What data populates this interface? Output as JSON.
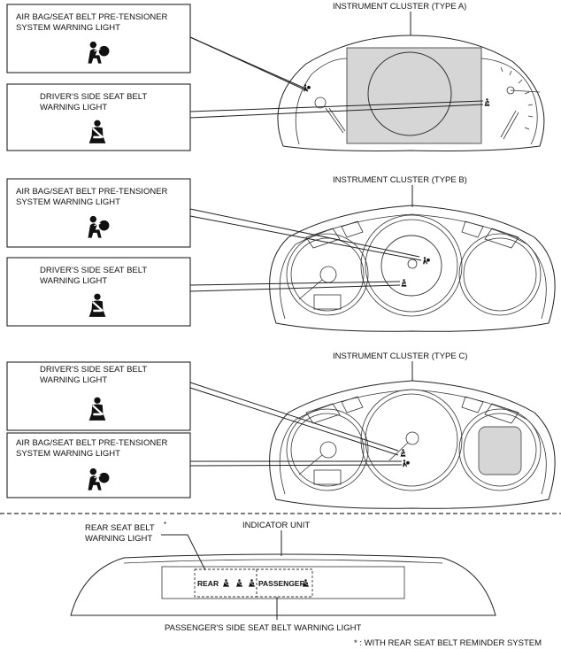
{
  "type_a": {
    "title": "INSTRUMENT CLUSTER (TYPE A)",
    "callouts": [
      {
        "line1": "AIR BAG/SEAT BELT PRE-TENSIONER",
        "line2": "SYSTEM WARNING LIGHT",
        "icon": "airbag-warning-icon"
      },
      {
        "line1": "DRIVER'S SIDE SEAT BELT",
        "line2": "WARNING LIGHT",
        "icon": "seatbelt-warning-icon"
      }
    ]
  },
  "type_b": {
    "title": "INSTRUMENT CLUSTER (TYPE B)",
    "callouts": [
      {
        "line1": "AIR BAG/SEAT BELT PRE-TENSIONER",
        "line2": "SYSTEM WARNING LIGHT",
        "icon": "airbag-warning-icon"
      },
      {
        "line1": "DRIVER'S SIDE SEAT BELT",
        "line2": "WARNING LIGHT",
        "icon": "seatbelt-warning-icon"
      }
    ]
  },
  "type_c": {
    "title": "INSTRUMENT CLUSTER (TYPE C)",
    "callouts": [
      {
        "line1": "DRIVER'S SIDE SEAT BELT",
        "line2": "WARNING LIGHT",
        "icon": "seatbelt-warning-icon"
      },
      {
        "line1": "AIR BAG/SEAT BELT PRE-TENSIONER",
        "line2": "SYSTEM WARNING LIGHT",
        "icon": "airbag-warning-icon"
      }
    ]
  },
  "indicator_unit": {
    "title": "INDICATOR UNIT",
    "rear_callout_line1": "REAR SEAT BELT",
    "rear_callout_line2": "WARNING LIGHT",
    "rear_callout_mark": "*",
    "rear_label": "REAR",
    "passenger_label": "PASSENGER",
    "passenger_callout": "PASSENGER'S SIDE SEAT BELT WARNING LIGHT"
  },
  "footnote": "* : WITH REAR SEAT BELT REMINDER SYSTEM"
}
